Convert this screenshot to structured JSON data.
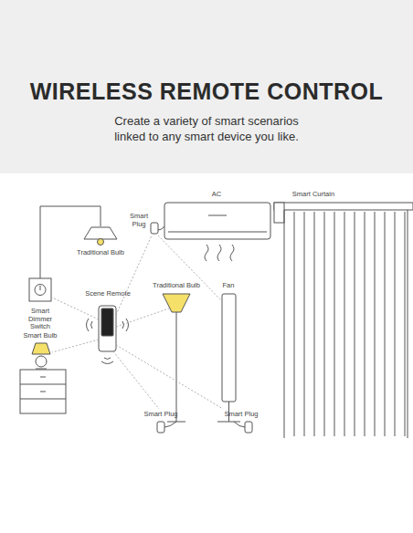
{
  "diagram": {
    "title": "WIRELESS REMOTE CONTROL",
    "caption": "Create a variety of smart scenarios linked to any smart device you like.",
    "labels": [
      "AC",
      "Smart Curtain",
      "Smart Plug",
      "Traditional Bulb",
      "Scene Remote",
      "Traditional Bulb",
      "Fan",
      "Smart Dimmer Switch",
      "Smart Bulb",
      "Smart Plug",
      "Smart Plug"
    ]
  }
}
